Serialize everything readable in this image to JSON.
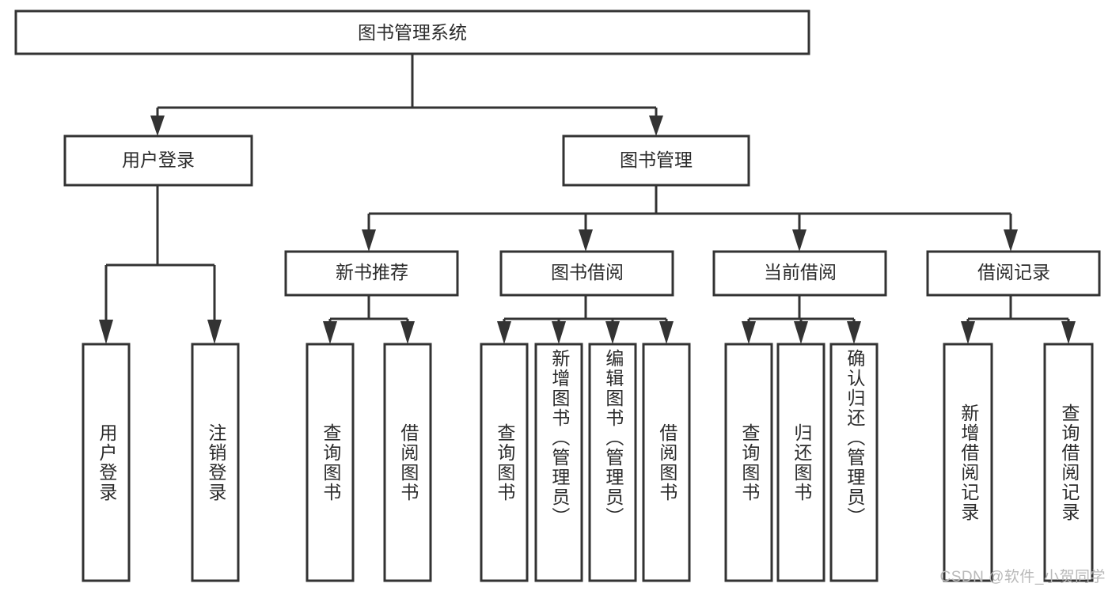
{
  "diagram": {
    "type": "tree-hierarchy",
    "title": "图书管理系统",
    "orientation": "top-down",
    "colors": {
      "background": "#ffffff",
      "box_fill": "#ffffff",
      "box_stroke": "#333333",
      "text": "#2b2b2b",
      "watermark": "#b9b9b9"
    },
    "root": {
      "label": "图书管理系统"
    },
    "level2": [
      {
        "label": "用户登录"
      },
      {
        "label": "图书管理"
      }
    ],
    "level3": [
      {
        "label": "新书推荐"
      },
      {
        "label": "图书借阅"
      },
      {
        "label": "当前借阅"
      },
      {
        "label": "借阅记录"
      }
    ],
    "leaves": {
      "user_login": [
        {
          "label": "用户登录"
        },
        {
          "label": "注销登录"
        }
      ],
      "new_book_recommend": [
        {
          "label": "查询图书"
        },
        {
          "label": "借阅图书"
        }
      ],
      "book_borrow": [
        {
          "label": "查询图书"
        },
        {
          "label": "新增图书（管理员）"
        },
        {
          "label": "编辑图书（管理员）"
        },
        {
          "label": "借阅图书"
        }
      ],
      "current_borrow": [
        {
          "label": "查询图书"
        },
        {
          "label": "归还图书"
        },
        {
          "label": "确认归还（管理员）"
        }
      ],
      "borrow_record": [
        {
          "label": "新增借阅记录"
        },
        {
          "label": "查询借阅记录"
        }
      ]
    },
    "watermark": "CSDN @软件_小贺同学"
  }
}
